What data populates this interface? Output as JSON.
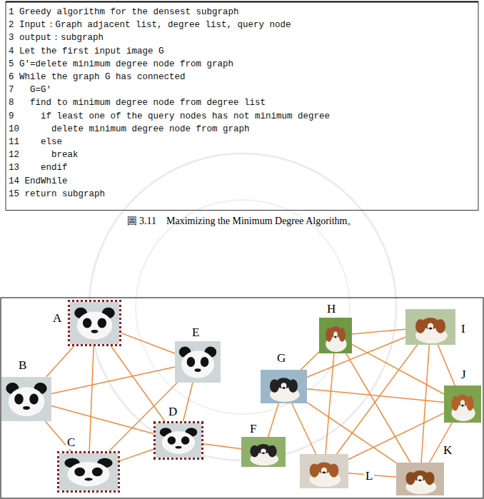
{
  "diagram": {
    "caption": "圖 3.11    Maximizing the Minimum Degree Algorithm。",
    "nodes": [
      {
        "text": [
          "1 Greedy algorithm for the densest subgraph",
          "2 Input：Graph adjacent list, degree list, query node",
          "3 output：subgraph",
          "4 Let the first input image G",
          "5 G'=delete minimum degree node from graph",
          "6 While the graph G has connected",
          "7   G=G'",
          "8   find to minimum degree node from degree list",
          "9     if least one of the query nodes has not minimum degree",
          "10      delete minimum degree node from graph",
          "11    else",
          "12      break",
          "13    endif",
          "14 EndWhile",
          "15 return subgraph"
        ]
      },
      {
        "text": [
          "A"
        ]
      },
      {
        "text": [
          "B"
        ]
      },
      {
        "text": [
          "C"
        ]
      },
      {
        "text": [
          "D"
        ]
      },
      {
        "text": [
          "E"
        ]
      },
      {
        "text": [
          "F"
        ]
      },
      {
        "text": [
          "G"
        ]
      },
      {
        "text": [
          "H"
        ]
      },
      {
        "text": [
          "I"
        ]
      },
      {
        "text": [
          "J"
        ]
      },
      {
        "text": [
          "K"
        ]
      },
      {
        "text": [
          "L"
        ]
      }
    ],
    "edges": [
      {
        "from": 1,
        "to": 2,
        "arrow": "none"
      },
      {
        "from": 1,
        "to": 3,
        "arrow": "none"
      },
      {
        "from": 1,
        "to": 4,
        "arrow": "none"
      },
      {
        "from": 1,
        "to": 5,
        "arrow": "none"
      },
      {
        "from": 2,
        "to": 3,
        "arrow": "none"
      },
      {
        "from": 2,
        "to": 5,
        "arrow": "none"
      },
      {
        "from": 2,
        "to": 4,
        "arrow": "none"
      },
      {
        "from": 3,
        "to": 5,
        "arrow": "none"
      },
      {
        "from": 3,
        "to": 4,
        "arrow": "none"
      },
      {
        "from": 4,
        "to": 5,
        "arrow": "none"
      },
      {
        "from": 4,
        "to": 6,
        "arrow": "none"
      },
      {
        "from": 6,
        "to": 7,
        "arrow": "none"
      },
      {
        "from": 7,
        "to": 8,
        "arrow": "none"
      },
      {
        "from": 7,
        "to": 9,
        "arrow": "none"
      },
      {
        "from": 7,
        "to": 10,
        "arrow": "none"
      },
      {
        "from": 7,
        "to": 11,
        "arrow": "none"
      },
      {
        "from": 7,
        "to": 12,
        "arrow": "none"
      },
      {
        "from": 8,
        "to": 9,
        "arrow": "none"
      },
      {
        "from": 8,
        "to": 10,
        "arrow": "none"
      },
      {
        "from": 8,
        "to": 11,
        "arrow": "none"
      },
      {
        "from": 8,
        "to": 12,
        "arrow": "none"
      },
      {
        "from": 9,
        "to": 10,
        "arrow": "none"
      },
      {
        "from": 9,
        "to": 11,
        "arrow": "none"
      },
      {
        "from": 9,
        "to": 12,
        "arrow": "none"
      },
      {
        "from": 10,
        "to": 11,
        "arrow": "none"
      },
      {
        "from": 10,
        "to": 12,
        "arrow": "none"
      },
      {
        "from": 11,
        "to": 12,
        "arrow": "none"
      }
    ]
  }
}
